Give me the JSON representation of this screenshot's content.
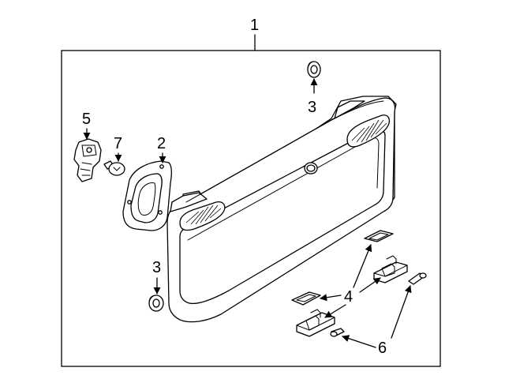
{
  "callouts": {
    "c1": "1",
    "c2": "2",
    "c3_top": "3",
    "c3_bottom": "3",
    "c4": "4",
    "c5": "5",
    "c6": "6",
    "c7": "7"
  },
  "colors": {
    "line": "#000000",
    "background": "#ffffff"
  }
}
